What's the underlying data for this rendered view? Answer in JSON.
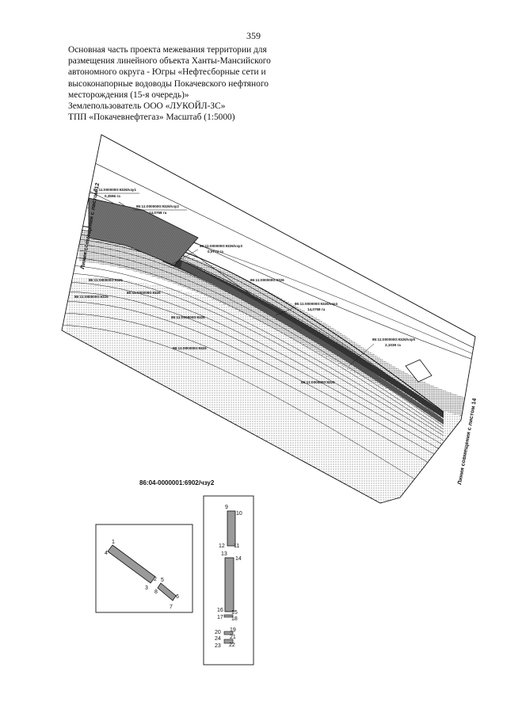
{
  "page_number": "359",
  "title_lines": [
    "Основная часть проекта межевания территории для",
    "размещения линейного объекта Ханты-Мансийского",
    "автономного округа - Югры «Нефтесборные сети и",
    "высоконапорные водоводы Покачевского нефтяного",
    "месторождения (15-я очередь)»",
    "Землепользователь ООО «ЛУКОЙЛ-ЗС»",
    "ТПП «Покачевнефтегаз» Масштаб (1:5000)"
  ],
  "map": {
    "match_line_left": "Линия совмещения с листом 12",
    "match_line_right": "Линия совмещения с листом 14",
    "parcel_labels": [
      {
        "id": "86:11:0000000:9326/чзу1",
        "area": "0,3596 га"
      },
      {
        "id": "86:11:0000000:9326/чзу2",
        "area": "14,0768 га"
      },
      {
        "id": "86:11:0000000:9326/чзу3",
        "area": "0,0774 га"
      },
      {
        "id": "86:11:0000000:9326/чзу4",
        "area": "14,0768 га"
      },
      {
        "id": "86:11:0000000:9326/чзу5",
        "area": "2,1039 га"
      },
      {
        "id": "86:11:0000000:9326",
        "area": ""
      },
      {
        "id": "86:11:0000000:9326",
        "area": ""
      },
      {
        "id": "86:11:0000000:9326",
        "area": ""
      },
      {
        "id": "86:11:0000000:9326",
        "area": ""
      },
      {
        "id": "86:11:0000000:9326",
        "area": ""
      },
      {
        "id": "86:11:0000000:9326",
        "area": ""
      },
      {
        "id": "86:11:0000000:9326",
        "area": ""
      }
    ]
  },
  "detail": {
    "caption": "86:04-0000001:6902/чзу2",
    "points_left": [
      "1",
      "4",
      "2",
      "3",
      "5",
      "8",
      "6",
      "7"
    ],
    "points_right": [
      "9",
      "10",
      "12",
      "11",
      "13",
      "14",
      "16",
      "15",
      "17",
      "18",
      "20",
      "19",
      "24",
      "21",
      "23",
      "22"
    ]
  }
}
